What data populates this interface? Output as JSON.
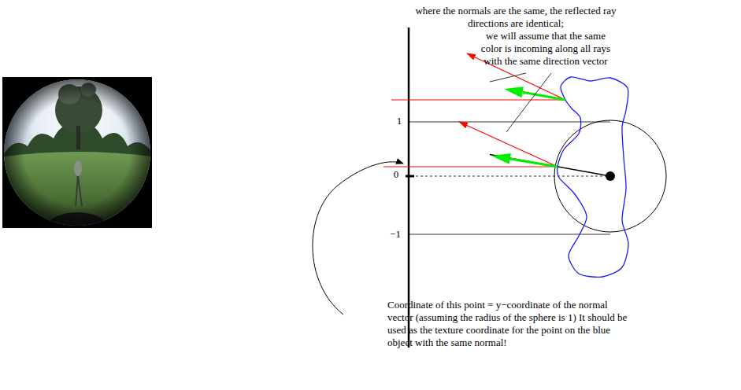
{
  "diagram": {
    "labels": [
      "where the normals are the same, the reflected ray directions are identical;",
      "we will assume that the same color is incoming along all rays with the same direction vector",
      "1",
      "0",
      "−1",
      "Coordinate of this point = y−coordinate of the normal vector (assuming the radius of the sphere is 1) It should be used as the texture coordinate for the point on the blue object with the same normal!"
    ]
  }
}
